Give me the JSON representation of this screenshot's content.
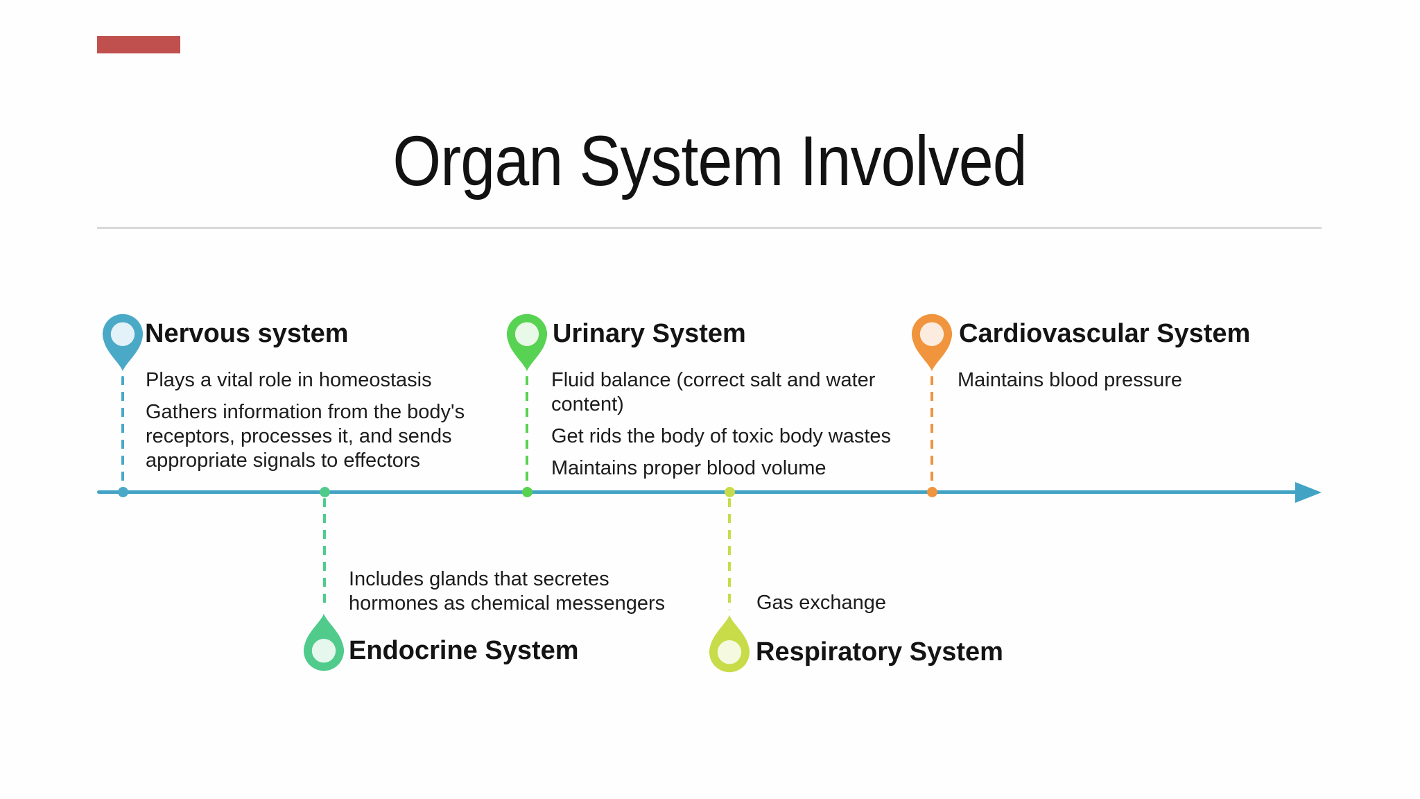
{
  "slide": {
    "title": "Organ System Involved",
    "accent_bar_color": "#c0504d",
    "divider_color": "#d8d8d8"
  },
  "timeline": {
    "color": "#42a3c4",
    "direction": "right-arrow"
  },
  "systems": [
    {
      "name": "Nervous system",
      "side": "above",
      "color": "#4aa9c6",
      "light_color": "#e3f1f8",
      "points": [
        "Plays a vital role in homeostasis",
        "Gathers information from the body's\nreceptors, processes it, and sends\nappropriate signals to effectors"
      ]
    },
    {
      "name": "Endocrine System",
      "side": "below",
      "color": "#50cb8c",
      "light_color": "#e6f8ee",
      "points": [
        "Includes glands that secretes\nhormones as chemical messengers"
      ]
    },
    {
      "name": "Urinary System",
      "side": "above",
      "color": "#58d253",
      "light_color": "#e9f9e7",
      "points": [
        "Fluid balance (correct salt and water\ncontent)",
        "Get rids the body of toxic body wastes",
        "Maintains proper blood volume"
      ]
    },
    {
      "name": "Respiratory System",
      "side": "below",
      "color": "#c8dc4a",
      "light_color": "#f5f9e0",
      "points": [
        "Gas exchange"
      ]
    },
    {
      "name": "Cardiovascular System",
      "side": "above",
      "color": "#f0943d",
      "light_color": "#fcece0",
      "points": [
        "Maintains blood pressure"
      ]
    }
  ]
}
